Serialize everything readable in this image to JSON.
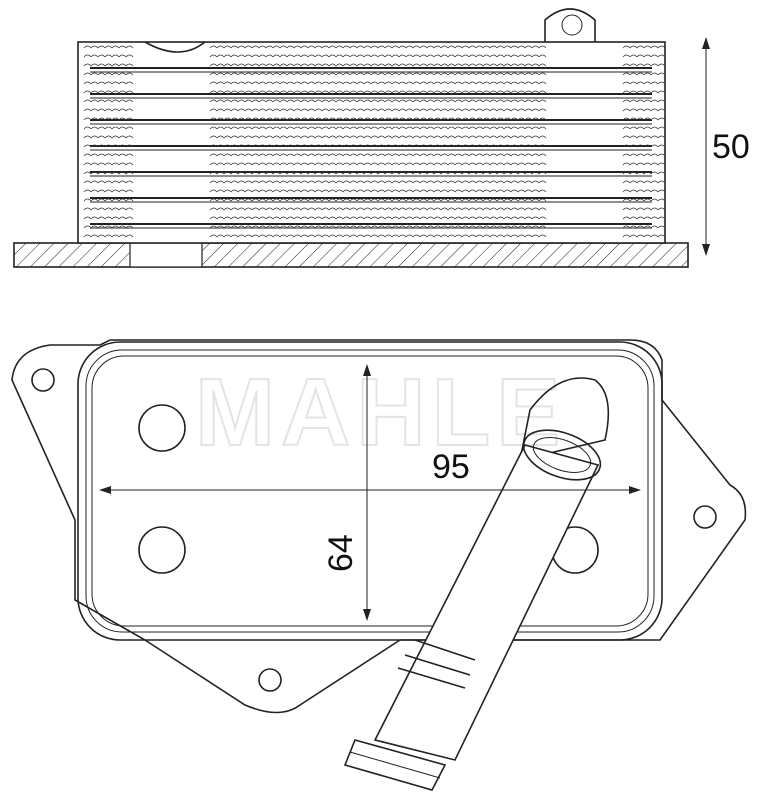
{
  "watermark": "MAHLE",
  "dimensions": {
    "height": "50",
    "length": "95",
    "width": "64"
  }
}
